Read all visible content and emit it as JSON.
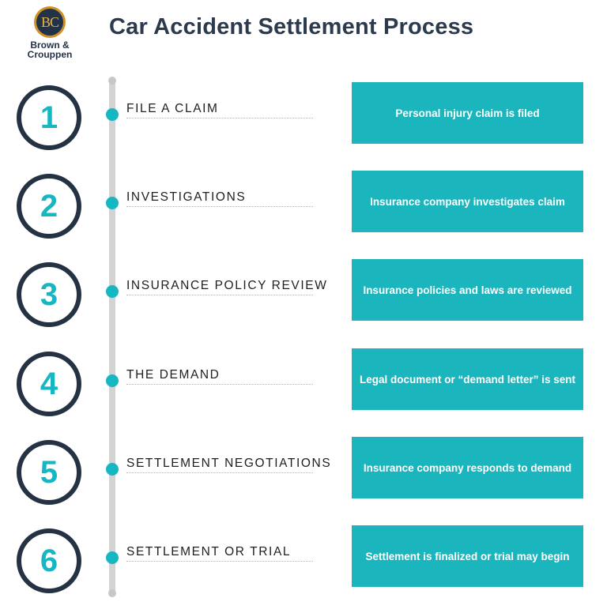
{
  "logo": {
    "initials": "BC",
    "name_line1": "Brown &",
    "name_line2": "Crouppen"
  },
  "title": "Car Accident Settlement Process",
  "colors": {
    "accent_teal": "#1bb5be",
    "dark_navy": "#243244",
    "logo_gold": "#cf9227",
    "rail_gray": "#d3d3d3"
  },
  "steps": [
    {
      "number": "1",
      "label": "FILE A CLAIM",
      "description": "Personal injury claim is filed"
    },
    {
      "number": "2",
      "label": "INVESTIGATIONS",
      "description": "Insurance company investigates claim"
    },
    {
      "number": "3",
      "label": "INSURANCE POLICY REVIEW",
      "description": "Insurance policies and laws are reviewed"
    },
    {
      "number": "4",
      "label": "THE DEMAND",
      "description": "Legal document or “demand letter” is sent"
    },
    {
      "number": "5",
      "label": "SETTLEMENT NEGOTIATIONS",
      "description": "Insurance company responds to demand"
    },
    {
      "number": "6",
      "label": "SETTLEMENT OR TRIAL",
      "description": "Settlement is finalized or trial may begin"
    }
  ]
}
